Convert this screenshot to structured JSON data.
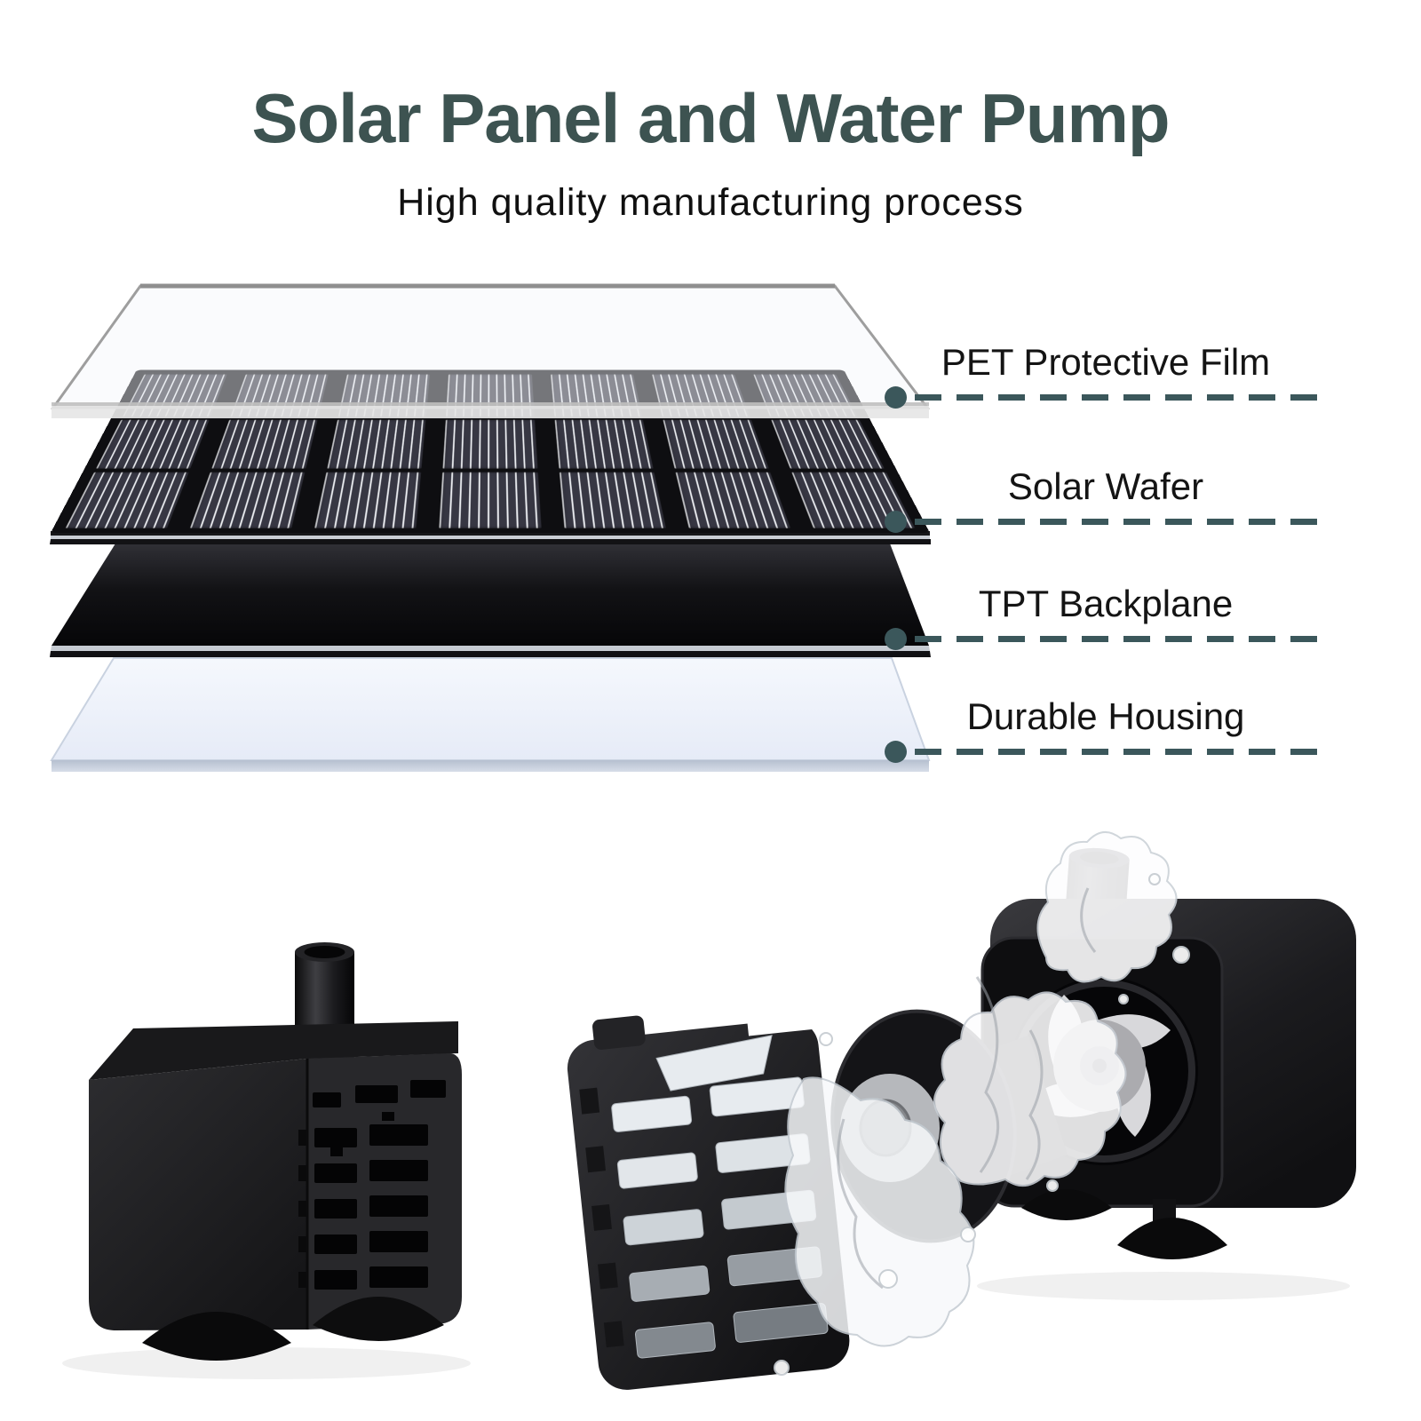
{
  "title": "Solar Panel and Water Pump",
  "subtitle": "High quality manufacturing process",
  "colors": {
    "page_bg": "#FFFFFF",
    "title_text": "#3D5351",
    "subtitle_text": "#101010",
    "label_text": "#141414",
    "callout": "#3B575B"
  },
  "diagram": {
    "description": "exploded view of solar panel layers",
    "layers": [
      {
        "id": "pet-film",
        "label": "PET Protective Film"
      },
      {
        "id": "solar-wafer",
        "label": "Solar Wafer",
        "columns": 7,
        "rows": 3
      },
      {
        "id": "tpt-backplane",
        "label": "TPT Backplane"
      },
      {
        "id": "durable-housing",
        "label": "Durable Housing"
      }
    ]
  }
}
